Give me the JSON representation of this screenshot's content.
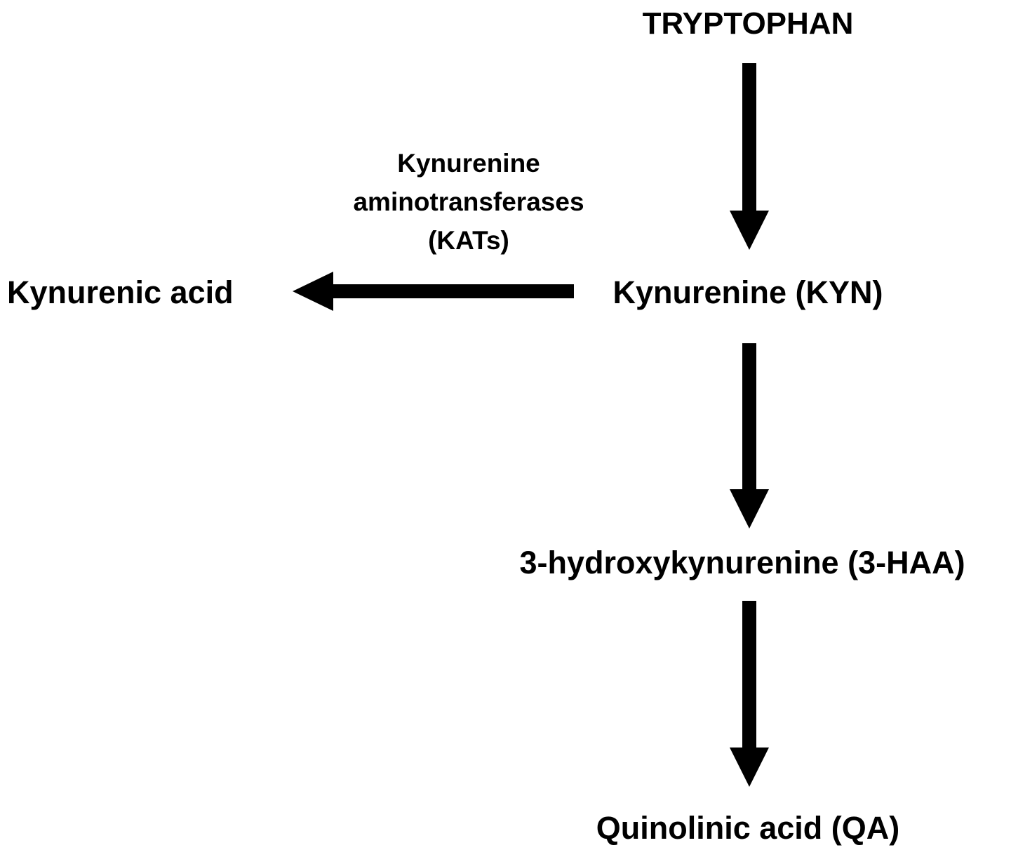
{
  "nodes": {
    "tryptophan": "TRYPTOPHAN",
    "kynurenine": "Kynurenine (KYN)",
    "kynurenic_acid": "Kynurenic acid",
    "hydroxykynurenine": "3-hydroxykynurenine (3-HAA)",
    "quinolinic_acid": "Quinolinic acid (QA)"
  },
  "enzyme_label": {
    "line1": "Kynurenine",
    "line2": "aminotransferases",
    "line3": "(KATs)"
  },
  "colors": {
    "arrow": "#000000",
    "text": "#000000",
    "background": "#ffffff"
  }
}
